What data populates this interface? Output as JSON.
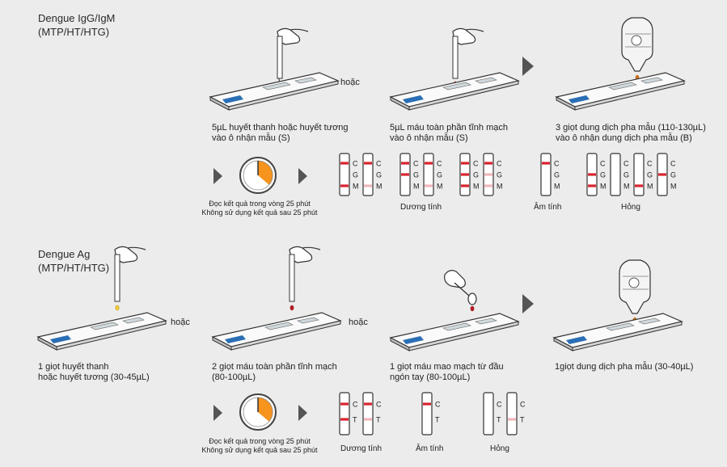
{
  "section1": {
    "title_line1": "Dengue IgG/IgM",
    "title_line2": "(MTP/HT/HTG)",
    "or_label": "hoặc",
    "step1_line1": "5µL huyết thanh hoặc huyết tương",
    "step1_line2": "vào ô nhận mẫu (S)",
    "step2_line1": "5µL máu toàn phần tĩnh mạch",
    "step2_line2": "vào ô nhận mẫu (S)",
    "step3_line1": "3 giọt dung dịch pha mẫu (110-130µL)",
    "step3_line2": "vào ô nhận dung dịch pha mẫu (B)",
    "timer_line1": "Đọc kết quả trong vòng 25 phút",
    "timer_line2": "Không sử dụng kết quả sau 25 phút",
    "positive_label": "Dương tính",
    "negative_label": "Âm tính",
    "invalid_label": "Hỏng",
    "strip_letters": [
      "C",
      "G",
      "M"
    ]
  },
  "section2": {
    "title_line1": "Dengue Ag",
    "title_line2": "(MTP/HT/HTG)",
    "or_label": "hoặc",
    "step1_line1": "1 giọt huyết thanh",
    "step1_line2": "hoặc huyết tương (30-45µL)",
    "step2_line1": "2 giọt máu toàn phần tĩnh mạch",
    "step2_line2": "(80-100µL)",
    "step3_line1": "1 giọt máu mao mạch từ đầu",
    "step3_line2": "ngón tay (80-100µL)",
    "step4_line1": "1giọt dung dịch pha mẫu (30-40µL)",
    "timer_line1": "Đọc kết quả trong vòng 25 phút",
    "timer_line2": "Không sử dụng kết quả sau 25 phút",
    "positive_label": "Dương tính",
    "negative_label": "Âm tính",
    "invalid_label": "Hỏng",
    "strip_letters": [
      "C",
      "T"
    ]
  },
  "colors": {
    "background": "#ececec",
    "arrow": "#555555",
    "line_red": "#d9232e",
    "line_faint": "#f2b6b9",
    "timer_orange": "#f7941d",
    "device_blue": "#2a6fb5"
  }
}
